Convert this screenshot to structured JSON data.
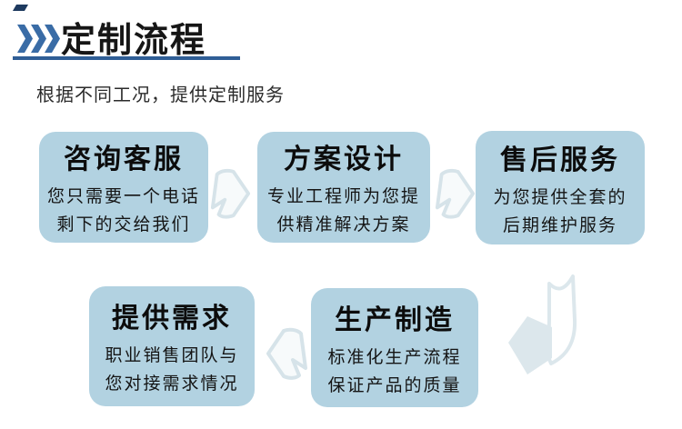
{
  "header": {
    "title": "定制流程",
    "subtitle": "根据不同工况，提供定制服务",
    "decor_icon": "triple-chevron-right-icon"
  },
  "steps": [
    {
      "title": "咨询客服",
      "desc_line1": "您只需要一个电话",
      "desc_line2": "剩下的交给我们"
    },
    {
      "title": "方案设计",
      "desc_line1": "专业工程师为您提",
      "desc_line2": "供精准解决方案"
    },
    {
      "title": "售后服务",
      "desc_line1": "为您提供全套的",
      "desc_line2": "后期维护服务"
    },
    {
      "title": "提供需求",
      "desc_line1": "职业销售团队与",
      "desc_line2": "您对接需求情况"
    },
    {
      "title": "生产制造",
      "desc_line1": "标准化生产流程",
      "desc_line2": "保证产品的质量"
    }
  ],
  "arrows": {
    "row1_arrow1": "block-arrow-right",
    "row1_arrow2": "block-arrow-right",
    "row2_arrow1": "block-arrow-left",
    "connector": "ribbon-arrow-down-left"
  },
  "colors": {
    "accent_blue": "#3a6ca6",
    "underline_blue": "#2f5e96",
    "dark_navy": "#1e3a5f",
    "box_fill": "#b2d2e1",
    "arrow_stroke": "#d6e3e9",
    "arrow_fill": "#f7fafb",
    "ribbon_fill": "#dce7ec",
    "text_dark": "#161616"
  }
}
